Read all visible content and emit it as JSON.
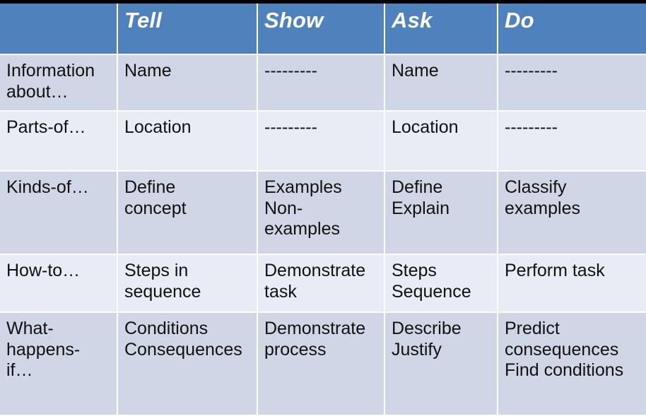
{
  "table": {
    "columns": [
      {
        "key": "row_label",
        "label": ""
      },
      {
        "key": "tell",
        "label": "Tell"
      },
      {
        "key": "show",
        "label": "Show"
      },
      {
        "key": "ask",
        "label": "Ask"
      },
      {
        "key": "do",
        "label": "Do"
      }
    ],
    "rows": [
      {
        "label": "Information about…",
        "label_lines": [
          "Information",
          "about…"
        ],
        "tell": "Name",
        "tell_lines": [
          "Name"
        ],
        "show": "---------",
        "show_lines": [
          "---------"
        ],
        "ask": "Name",
        "ask_lines": [
          "Name"
        ],
        "do": "---------",
        "do_lines": [
          "---------"
        ]
      },
      {
        "label": "Parts-of…",
        "label_lines": [
          "Parts-of…"
        ],
        "tell": "Location",
        "tell_lines": [
          "Location"
        ],
        "show": "---------",
        "show_lines": [
          "---------"
        ],
        "ask": "Location",
        "ask_lines": [
          "Location"
        ],
        "do": "---------",
        "do_lines": [
          "---------"
        ]
      },
      {
        "label": "Kinds-of…",
        "label_lines": [
          "Kinds-of…"
        ],
        "tell": "Define concept",
        "tell_lines": [
          "Define",
          "concept"
        ],
        "show": "Examples Non-examples",
        "show_lines": [
          "Examples",
          "Non-",
          "examples"
        ],
        "ask": "Define Explain",
        "ask_lines": [
          "Define",
          "Explain"
        ],
        "do": "Classify examples",
        "do_lines": [
          "Classify",
          "examples"
        ]
      },
      {
        "label": "How-to…",
        "label_lines": [
          "How-to…"
        ],
        "tell": "Steps in sequence",
        "tell_lines": [
          "Steps in",
          "sequence"
        ],
        "show": "Demonstrate task",
        "show_lines": [
          "Demonstrate",
          "task"
        ],
        "ask": "Steps Sequence",
        "ask_lines": [
          "Steps",
          "Sequence"
        ],
        "do": "Perform task",
        "do_lines": [
          "Perform task"
        ]
      },
      {
        "label": "What-happens-if…",
        "label_lines": [
          "What-",
          "happens-",
          "if…"
        ],
        "tell": "Conditions Consequences",
        "tell_lines": [
          "Conditions",
          "Consequences"
        ],
        "show": "Demonstrate process",
        "show_lines": [
          "Demonstrate",
          "process"
        ],
        "ask": "Describe Justify",
        "ask_lines": [
          "Describe",
          "Justify"
        ],
        "do": "Predict consequences Find conditions",
        "do_lines": [
          "Predict",
          "consequences",
          "Find conditions"
        ]
      }
    ]
  },
  "colors": {
    "header_blue": "#4F81BD",
    "band_dark": "#D0D6E5",
    "band_light": "#E8EDF5",
    "header_text": "#FFFFFF",
    "body_text": "#111111",
    "slide_background": "#000000",
    "cell_gridline": "#FFFFFF"
  }
}
